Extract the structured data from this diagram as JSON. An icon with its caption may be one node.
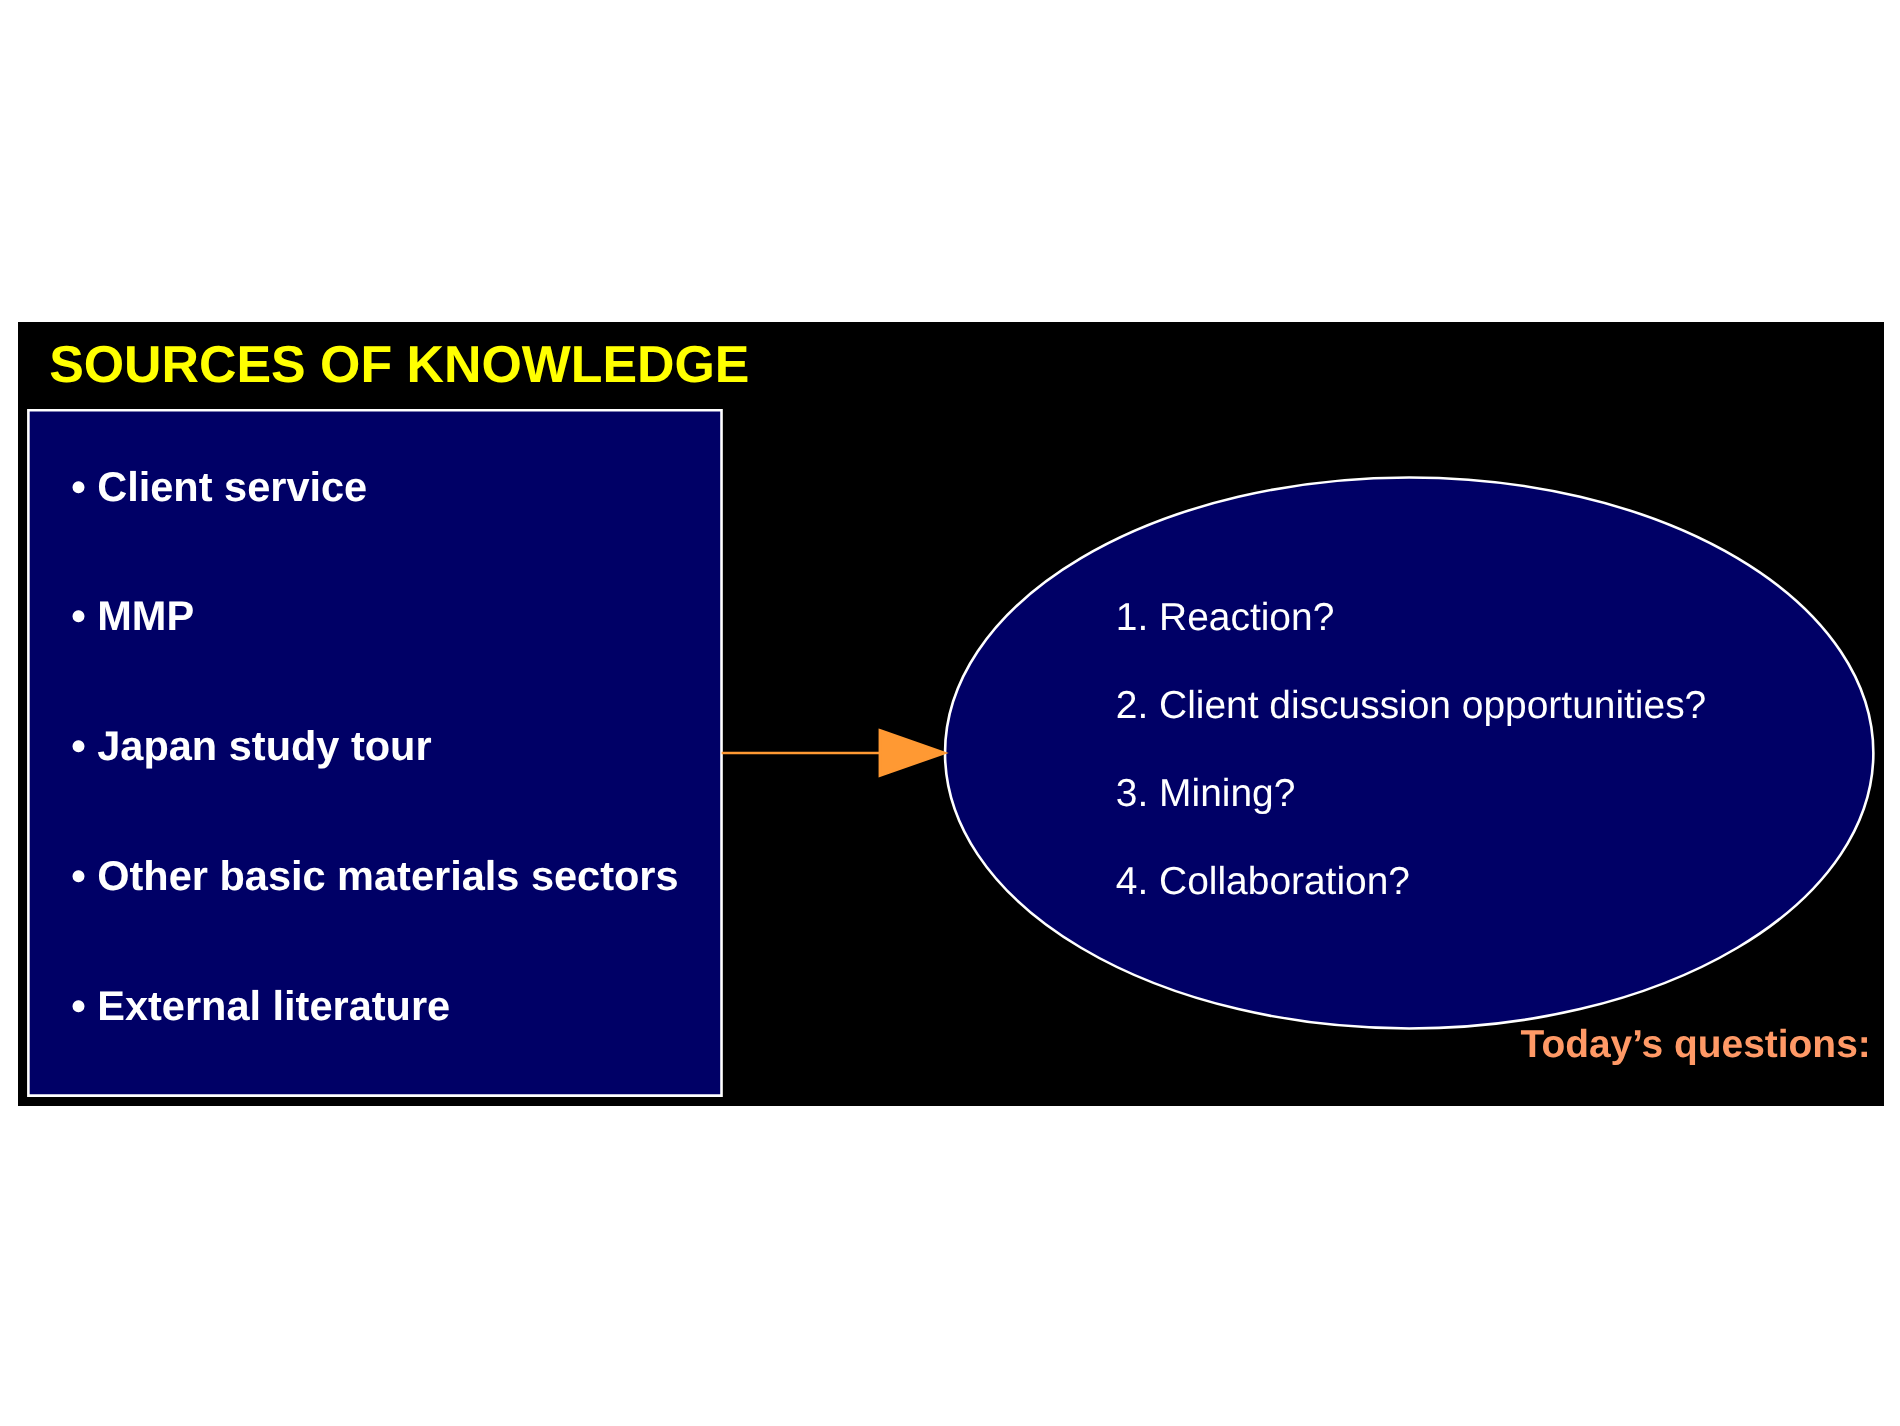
{
  "diagram": {
    "title": "SOURCES OF KNOWLEDGE",
    "nodes": [
      {
        "text": [
          "• Client service",
          "• MMP",
          "• Japan study tour",
          "• Other basic materials sectors",
          "• External literature"
        ]
      },
      {
        "text": [
          "Today’s questions:",
          "1. Reaction?",
          "2. Client discussion opportunities?",
          "3. Mining?",
          "4. Collaboration?"
        ]
      }
    ],
    "edges": [
      {
        "from": 0,
        "to": 1,
        "arrow": "to",
        "color": "#ff9933"
      }
    ]
  }
}
